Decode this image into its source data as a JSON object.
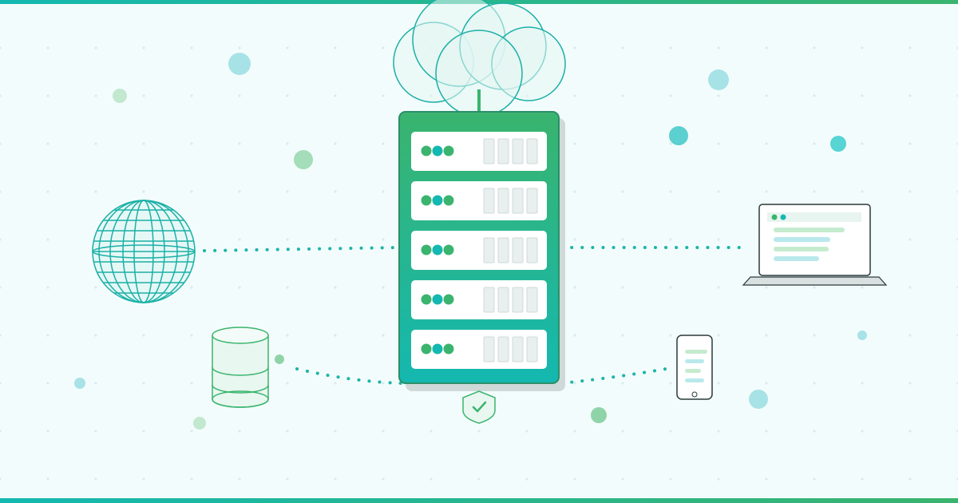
{
  "colors": {
    "background": "#f3fcfc",
    "grid_dot": "#d7ecec",
    "brand_green": "#3ab46e",
    "brand_teal": "#14b8b0",
    "line_teal": "#1db5a8",
    "globe_teal": "#1ab0a6",
    "cloud_fill": "#e4f5f3",
    "panel_white": "#ffffff",
    "vent_fill": "#e8efee",
    "vent_stroke": "#cfdad9",
    "device_outline": "#2b3a3a",
    "accent_light_green": "#c5ebcf",
    "accent_light_teal": "#b9e9ec"
  },
  "icons": {
    "cloud": "cloud-icon",
    "server": "server-rack-icon",
    "globe": "globe-icon",
    "database": "database-icon",
    "laptop": "laptop-icon",
    "phone": "mobile-phone-icon",
    "shield": "shield-check-icon"
  },
  "server": {
    "unit_count": 5,
    "leds_per_unit": 3,
    "vents_per_unit": 4
  },
  "decor": {
    "bubble_colors": [
      "#a7e2e6",
      "#c2e8cf",
      "#8fd4a8",
      "#a7e2e6",
      "#5ccfd0",
      "#57d4d4",
      "#a7e2e6",
      "#c2e8cf",
      "#8fd4a8",
      "#a7e2e6",
      "#a7e2e6"
    ]
  }
}
